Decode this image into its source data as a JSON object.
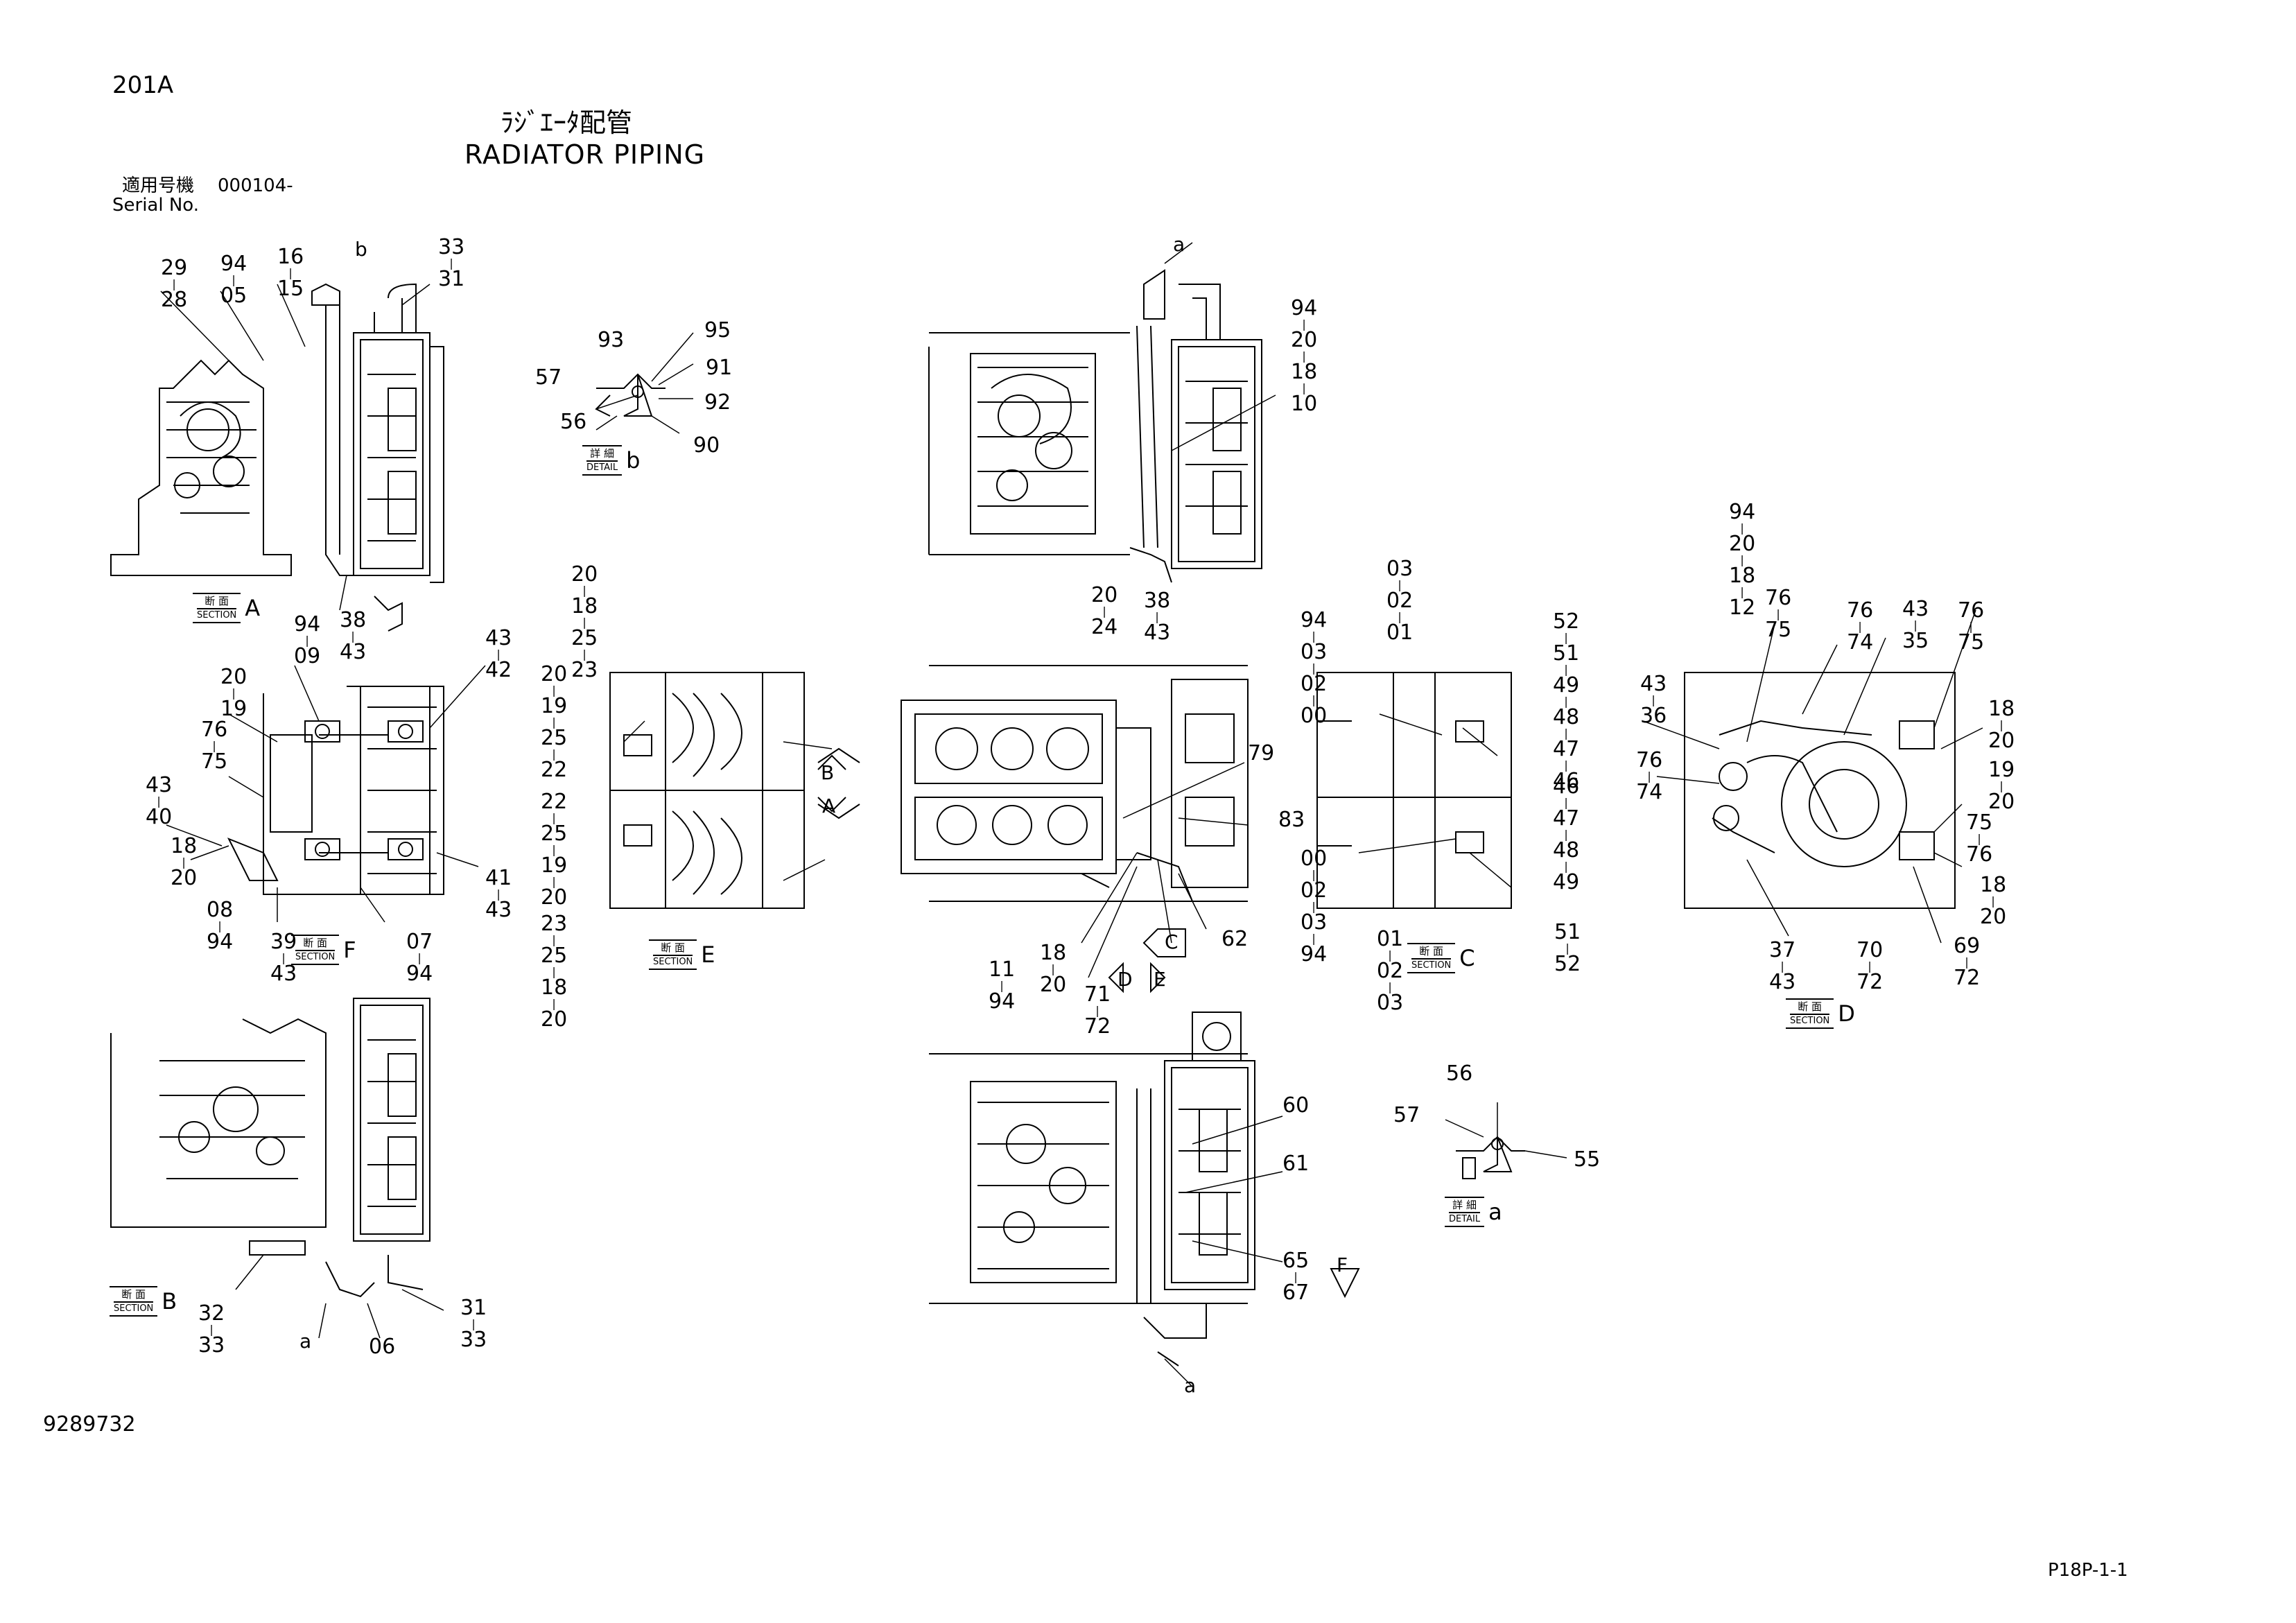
{
  "header": {
    "page_code": "201A",
    "title_jp": "ﾗｼﾞｴｰﾀ配管",
    "title_en": "RADIATOR PIPING",
    "serial_label_jp": "適用号機",
    "serial_value": "000104-",
    "serial_label_en": "Serial No."
  },
  "footer": {
    "drawing_number": "9289732",
    "page_ref": "P18P-1-1"
  },
  "section_labels": [
    {
      "id": "A",
      "jp": "断 面",
      "en": "SECTION",
      "letter": "A"
    },
    {
      "id": "F",
      "jp": "断 面",
      "en": "SECTION",
      "letter": "F"
    },
    {
      "id": "B",
      "jp": "断 面",
      "en": "SECTION",
      "letter": "B"
    },
    {
      "id": "E",
      "jp": "断 面",
      "en": "SECTION",
      "letter": "E"
    },
    {
      "id": "C",
      "jp": "断 面",
      "en": "SECTION",
      "letter": "C"
    },
    {
      "id": "D",
      "jp": "断 面",
      "en": "SECTION",
      "letter": "D"
    },
    {
      "id": "detail_b",
      "jp": "詳 細",
      "en": "DETAIL",
      "letter": "b"
    },
    {
      "id": "detail_a",
      "jp": "詳 細",
      "en": "DETAIL",
      "letter": "a"
    }
  ],
  "view_markers": [
    "A",
    "B",
    "C",
    "D",
    "E",
    "F",
    "a",
    "b"
  ],
  "callout_stacks": [
    [
      "29",
      "28"
    ],
    [
      "94",
      "05"
    ],
    [
      "16",
      "15"
    ],
    [
      "33",
      "31"
    ],
    [
      "38",
      "43"
    ],
    [
      "94",
      "09"
    ],
    [
      "43",
      "42"
    ],
    [
      "20",
      "19"
    ],
    [
      "76",
      "75"
    ],
    [
      "43",
      "40"
    ],
    [
      "18",
      "20"
    ],
    [
      "08",
      "94"
    ],
    [
      "39",
      "43"
    ],
    [
      "07",
      "94"
    ],
    [
      "41",
      "43"
    ],
    [
      "32",
      "33"
    ],
    [
      "31",
      "33"
    ],
    [
      "93"
    ],
    [
      "95"
    ],
    [
      "91"
    ],
    [
      "92"
    ],
    [
      "57"
    ],
    [
      "56"
    ],
    [
      "90"
    ],
    [
      "20",
      "18",
      "25",
      "23"
    ],
    [
      "20",
      "19",
      "25",
      "22"
    ],
    [
      "22",
      "25",
      "19",
      "20"
    ],
    [
      "23",
      "25",
      "18",
      "20"
    ],
    [
      "94",
      "20",
      "18",
      "10"
    ],
    [
      "38",
      "43"
    ],
    [
      "20",
      "24"
    ],
    [
      "11",
      "94"
    ],
    [
      "18",
      "20"
    ],
    [
      "71",
      "72"
    ],
    [
      "79"
    ],
    [
      "83"
    ],
    [
      "62"
    ],
    [
      "94",
      "03",
      "02",
      "00"
    ],
    [
      "03",
      "02",
      "01"
    ],
    [
      "52",
      "51",
      "49",
      "48",
      "47",
      "46"
    ],
    [
      "00",
      "02",
      "03",
      "94"
    ],
    [
      "01",
      "02",
      "03"
    ],
    [
      "46",
      "47",
      "48",
      "49"
    ],
    [
      "51",
      "52"
    ],
    [
      "94",
      "20",
      "18",
      "12"
    ],
    [
      "76",
      "75"
    ],
    [
      "76",
      "74"
    ],
    [
      "43",
      "35"
    ],
    [
      "76",
      "75"
    ],
    [
      "43",
      "36"
    ],
    [
      "76",
      "74"
    ],
    [
      "18",
      "20"
    ],
    [
      "19",
      "20"
    ],
    [
      "75",
      "76"
    ],
    [
      "18",
      "20"
    ],
    [
      "37",
      "43"
    ],
    [
      "70",
      "72"
    ],
    [
      "69",
      "72"
    ],
    [
      "60"
    ],
    [
      "61"
    ],
    [
      "65",
      "67"
    ],
    [
      "56"
    ],
    [
      "57"
    ],
    [
      "55"
    ],
    [
      "06"
    ]
  ]
}
